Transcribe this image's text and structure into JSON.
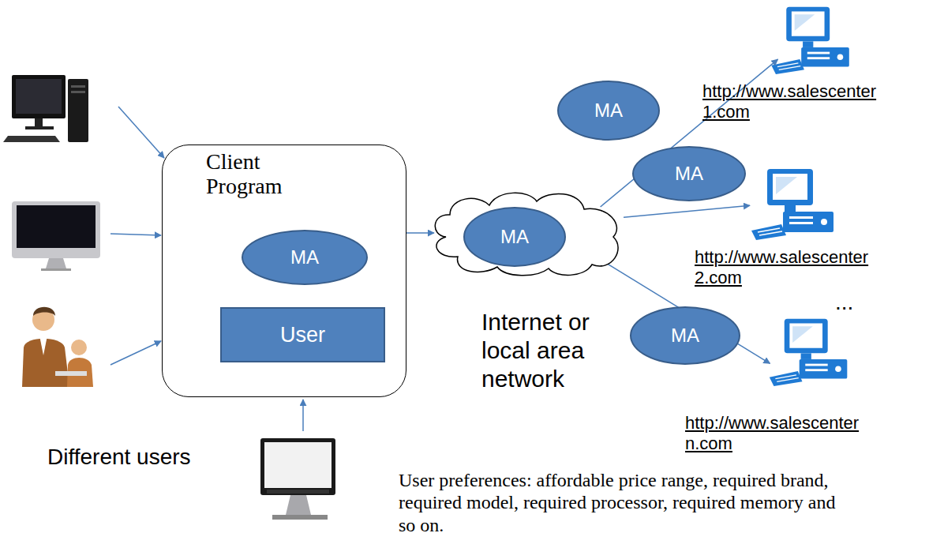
{
  "diagram": {
    "nodes": [
      {
        "text": [
          "Client Program"
        ]
      },
      {
        "text": [
          "MA"
        ],
        "in": 0
      },
      {
        "text": [
          "User"
        ],
        "in": 0
      },
      {
        "text": [
          "Internet or local area network"
        ]
      },
      {
        "text": [
          "MA"
        ],
        "in": 3
      },
      {
        "text": [
          "MA"
        ]
      },
      {
        "text": [
          "MA"
        ]
      },
      {
        "text": [
          "MA"
        ]
      },
      {
        "text": [
          "http://www.salescenter 1.com"
        ]
      },
      {
        "text": [
          "http://www.salescenter 2.com"
        ]
      },
      {
        "text": [
          "http://www.salescenter n.com"
        ]
      }
    ],
    "edges": [
      {
        "from": 0,
        "to": 3,
        "arrow": "to"
      },
      {
        "from": 3,
        "to": 8,
        "arrow": "to"
      },
      {
        "from": 3,
        "to": 9,
        "arrow": "to"
      },
      {
        "from": 3,
        "to": 10,
        "arrow": "to"
      }
    ],
    "labels": [
      "Different users",
      "...",
      "User preferences: affordable price range, required brand, required model, required processor, required memory and so on."
    ]
  }
}
